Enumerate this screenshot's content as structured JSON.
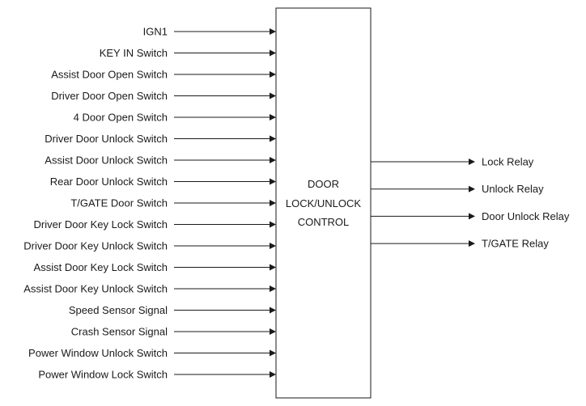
{
  "diagram": {
    "block": {
      "lines": [
        "DOOR",
        "LOCK/UNLOCK",
        "CONTROL"
      ]
    },
    "inputs": [
      "IGN1",
      "KEY IN Switch",
      "Assist Door Open Switch",
      "Driver Door Open Switch",
      "4 Door Open Switch",
      "Driver Door Unlock Switch",
      "Assist Door Unlock Switch",
      "Rear Door Unlock Switch",
      "T/GATE Door Switch",
      "Driver Door Key Lock Switch",
      "Driver Door Key Unlock Switch",
      "Assist Door Key Lock Switch",
      "Assist Door Key Unlock Switch",
      "Speed Sensor Signal",
      "Crash Sensor Signal",
      "Power Window Unlock Switch",
      "Power Window Lock Switch"
    ],
    "outputs": [
      "Lock Relay",
      "Unlock Relay",
      "Door Unlock Relay",
      "T/GATE Relay"
    ],
    "colors": {
      "line": "#1a1a1a",
      "text": "#1a1a1a",
      "background": "#ffffff"
    }
  }
}
